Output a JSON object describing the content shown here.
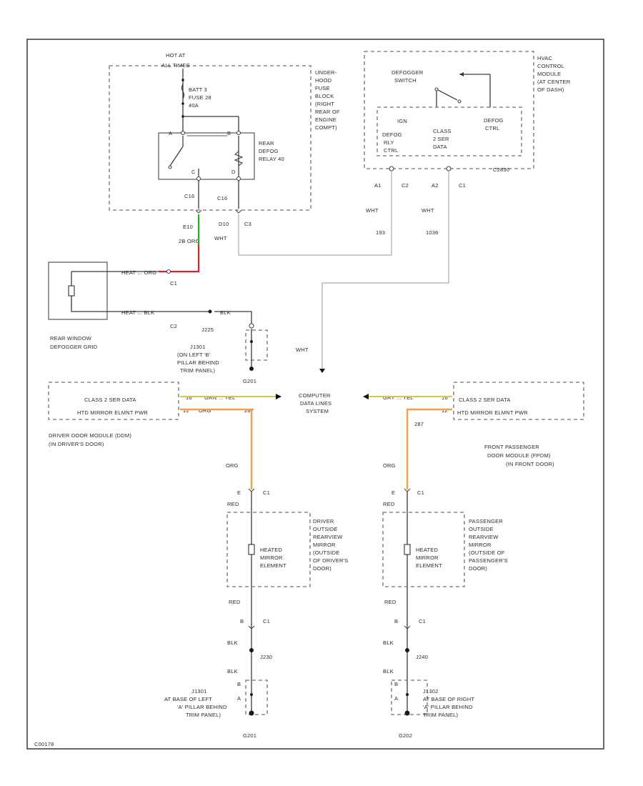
{
  "colors": {
    "green": "#1fb31f",
    "red": "#e0202a",
    "orange": "#f2a04a",
    "yellow": "#d8c840",
    "black": "#2a2a2a",
    "white_wire": "#b8b8b8"
  },
  "fuse_block": {
    "hot_label": [
      "HOT AT",
      "ALL TIMES"
    ],
    "fuse_label": [
      "BATT 3",
      "FUSE 28",
      "40A"
    ],
    "relay_label": [
      "REAR",
      "DEFOG",
      "RELAY 40"
    ],
    "pin_a": "A",
    "pin_b": "B",
    "pin_c": "C",
    "pin_d": "D",
    "conn_left": "C16",
    "conn_right": "C16",
    "location": [
      "UNDER-",
      "HOOD",
      "FUSE",
      "BLOCK",
      "(RIGHT",
      "REAR OF",
      "ENGINE",
      "COMPT)"
    ]
  },
  "hvac": {
    "switch_label": [
      "DEFOGGER",
      "SWITCH"
    ],
    "ign": "IGN",
    "defog_ctrl": [
      "DEFOG",
      "CTRL"
    ],
    "relay_input": [
      "DEFOG",
      "RLY",
      "CTRL"
    ],
    "class2_input": [
      "CLASS",
      "2 SER",
      "DATA"
    ],
    "location": [
      "HVAC",
      "CONTROL",
      "MODULE",
      "(AT CENTER",
      "OF DASH)"
    ],
    "module_tag": "C2830",
    "term_a1": "A1",
    "term_c2": "C2",
    "term_a2": "A2",
    "term_c1": "C1"
  },
  "wires": {
    "e10": "E10",
    "e10_wire": "2B ORG",
    "d10": "D10",
    "c3": "C3",
    "whtleft": "WHT",
    "a1_wire": "WHT",
    "a1_circuit": "193",
    "a2_wire": "WHT",
    "a2_circuit": "1036",
    "center_wht": "WHT",
    "grid_top_wire": "HEAT ... ORG",
    "grid_c1": "C1",
    "grid_bot_wire": "HEAT ... BLK",
    "grid_blk": "BLK",
    "grid_c2": "C2"
  },
  "grid": {
    "label": [
      "REAR WINDOW",
      "DEFOGGER GRID"
    ]
  },
  "splice_left_top": {
    "id": "J225",
    "desc": [
      "J1301",
      "(ON LEFT 'B'",
      "PILLAR BEHIND",
      "TRIM PANEL)"
    ],
    "ground": "G201"
  },
  "center": {
    "label": [
      "COMPUTER",
      "DATA LINES",
      "SYSTEM"
    ]
  },
  "driver_dm": {
    "line1": "CLASS 2 SER DATA",
    "line2": "HTD MIRROR ELMNT PWR",
    "label": [
      "DRIVER DOOR MODULE (DDM)",
      "(IN DRIVER'S DOOR)"
    ],
    "pin1": "16",
    "wire1": "GRN ... YEL",
    "pin2": "12",
    "wire2": "ORG",
    "circuit2": "287"
  },
  "pass_dm": {
    "line1": "CLASS 2 SER DATA",
    "line2": "HTD MIRROR ELMNT PWR",
    "label": [
      "FRONT PASSENGER",
      "DOOR MODULE (FPDM)",
      "(IN FRONT DOOR)"
    ],
    "pin1": "16",
    "wire1": "GRY ... YEL",
    "pin2": "12",
    "circuit2": "287"
  },
  "left_mirror": {
    "wire_top": "ORG",
    "conn_top_e": "E",
    "conn_top_c": "C1",
    "red_label": "RED",
    "element": [
      "HEATED",
      "MIRROR",
      "ELEMENT"
    ],
    "desc": [
      "DRIVER",
      "OUTSIDE",
      "REARVIEW",
      "MIRROR",
      "(OUTSIDE",
      "OF DRIVER'S",
      "DOOR)"
    ],
    "red_label2": "RED",
    "conn_bot_b": "B",
    "conn_bot_c": "C1",
    "blk1": "BLK",
    "splice": "J230",
    "blk2": "BLK",
    "pin_b": "B",
    "pin_a": "A",
    "ground_desc": [
      "J1301",
      "AT BASE OF LEFT",
      "'A' PILLAR BEHIND",
      "TRIM PANEL)"
    ],
    "ground": "G201"
  },
  "right_mirror": {
    "wire_top": "ORG",
    "conn_top_e": "E",
    "conn_top_c": "C1",
    "red_label": "RED",
    "element": [
      "HEATED",
      "MIRROR",
      "ELEMENT"
    ],
    "desc": [
      "PASSENGER",
      "OUTSIDE",
      "REARVIEW",
      "MIRROR",
      "(OUTSIDE OF",
      "PASSENGER'S",
      "DOOR)"
    ],
    "red_label2": "RED",
    "conn_bot_b": "B",
    "conn_bot_c": "C1",
    "blk1": "BLK",
    "splice": "J240",
    "blk2": "BLK",
    "pin_b": "B",
    "pin_a": "A",
    "ground_desc": [
      "J1302",
      "AT BASE OF RIGHT",
      "'A' PILLAR BEHIND",
      "TRIM PANEL)"
    ],
    "ground": "G202"
  },
  "footer_code": "C00178"
}
